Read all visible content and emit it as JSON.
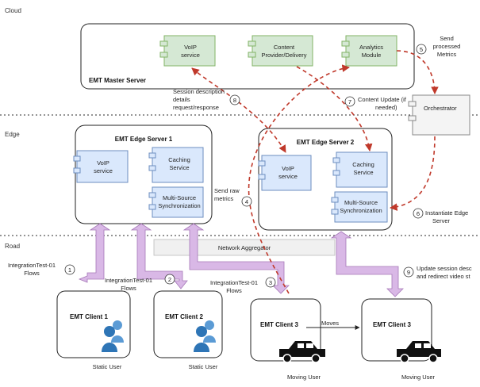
{
  "zones": {
    "cloud": "Cloud",
    "edge": "Edge",
    "road": "Road"
  },
  "master": {
    "title": "EMT Master Server",
    "voip": [
      "VoIP",
      "service"
    ],
    "content": [
      "Content",
      "Provider/Delivery"
    ],
    "analytics": [
      "Analytics",
      "Module"
    ]
  },
  "orchestrator": "Orchestrator",
  "edge1": {
    "title": "EMT Edge Server 1",
    "voip": [
      "VoIP",
      "service"
    ],
    "caching": [
      "Caching",
      "Service"
    ],
    "multisource": [
      "Multi-Source",
      "Synchronization"
    ]
  },
  "edge2": {
    "title": "EMT Edge Server 2",
    "voip": [
      "VoIP",
      "service"
    ],
    "caching": [
      "Caching",
      "Service"
    ],
    "multisource": [
      "Multi-Source",
      "Synchronization"
    ]
  },
  "aggregator": "Network Aggregator",
  "clients": {
    "c1": "EMT Client 1",
    "c2": "EMT Client 2",
    "c3a": "EMT Client 3",
    "c3b": "EMT Client 3",
    "moves": "Moves"
  },
  "users": {
    "static1": "Static User",
    "static2": "Static User",
    "moving1": "Moving User",
    "moving2": "Moving User"
  },
  "steps": {
    "s1": {
      "n": "1",
      "text": [
        "IntegrationTest-01",
        "Flows"
      ]
    },
    "s2": {
      "n": "2",
      "text": [
        "IntegrationTest-01",
        "Flows"
      ]
    },
    "s3": {
      "n": "3",
      "text": [
        "IntegrationTest-01",
        "Flows"
      ]
    },
    "s4": {
      "n": "4",
      "text": [
        "Send raw",
        "metrics"
      ]
    },
    "s5": {
      "n": "5",
      "text": [
        "Send",
        "processed",
        "Metrics"
      ]
    },
    "s6": {
      "n": "6",
      "text": [
        "Instantiate Edge",
        "Server"
      ]
    },
    "s7": {
      "n": "7",
      "text": [
        "Content Update (if",
        "needed)"
      ]
    },
    "s8": {
      "n": "8",
      "text": [
        "Session description",
        "details",
        "request/response"
      ]
    },
    "s9": {
      "n": "9",
      "text": [
        "Update session desc",
        "and redirect video st"
      ]
    }
  },
  "colors": {
    "green_fill": "#d5e8d4",
    "green_stroke": "#82b366",
    "blue_fill": "#dae8fc",
    "blue_stroke": "#6c8ebf",
    "arrow_purple": "#d9b8e6",
    "arrow_purple_stroke": "#a678b8",
    "dashed_red": "#c0392b"
  }
}
